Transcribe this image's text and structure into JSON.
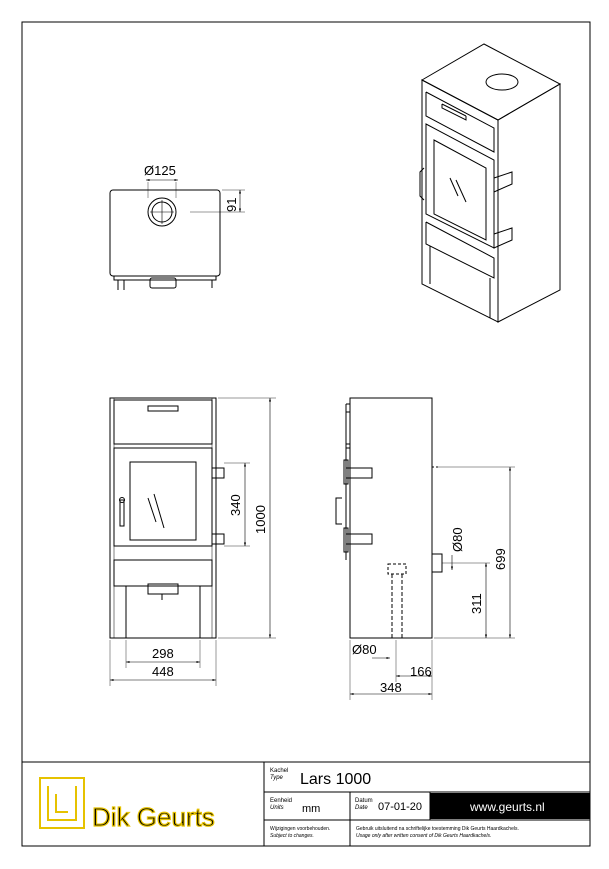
{
  "dimensions": {
    "top_flue_diameter": "Ø125",
    "top_flue_offset": "91",
    "door_height": "340",
    "total_height": "1000",
    "inner_width": "298",
    "total_width": "448",
    "side_flue_diameter": "Ø80",
    "rear_flue_height": "699",
    "air_inlet_height": "311",
    "bottom_flue_diameter": "Ø80",
    "bottom_flue_offset": "166",
    "total_depth": "348"
  },
  "title_block": {
    "type_label": "Kachel",
    "type_label_en": "Type",
    "type_value": "Lars 1000",
    "units_label": "Eenheid",
    "units_label_en": "Units",
    "units_value": "mm",
    "date_label": "Datum",
    "date_label_en": "Date",
    "date_value": "07-01-20",
    "website": "www.geurts.nl",
    "disclaimer_nl": "Wijzigingen voorbehouden.",
    "disclaimer_en": "Subject to changes.",
    "usage_nl": "Gebruik uitsluitend na schriftelijke toestemming Dik Geurts Haardkachels.",
    "usage_en": "Usage only after written consent of Dik Geurts Haardkachels.",
    "logo_text": "Dik Geurts"
  },
  "colors": {
    "line": "#000000",
    "logo": "#e6c200",
    "website_bg": "#000000"
  }
}
